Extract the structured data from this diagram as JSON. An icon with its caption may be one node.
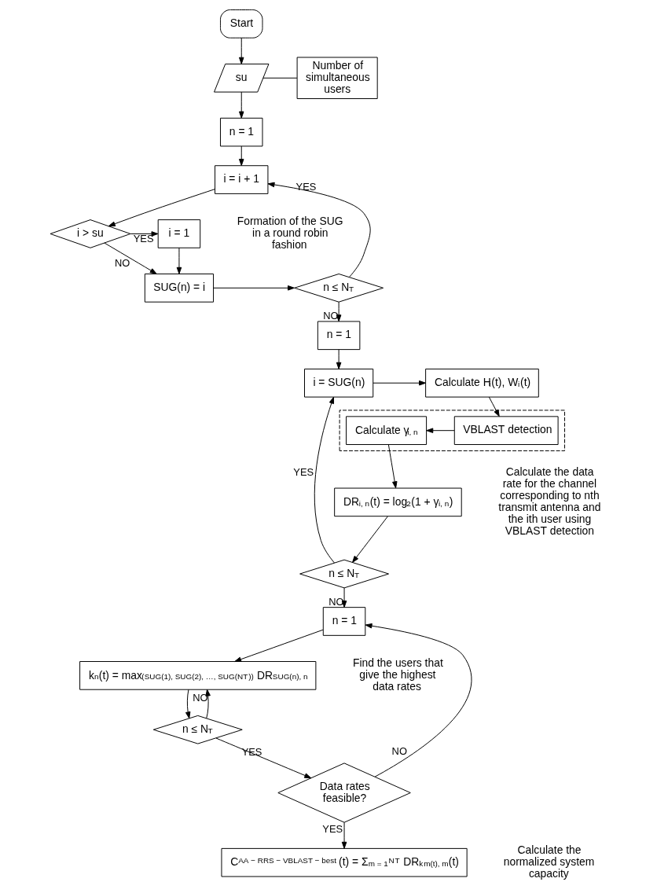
{
  "diagram": {
    "nodes": [
      {
        "text": [
          "Start"
        ]
      },
      {
        "text": [
          "su"
        ]
      },
      {
        "text": [
          "Number of simultaneous users"
        ]
      },
      {
        "text": [
          "n = 1"
        ]
      },
      {
        "text": [
          "i = i + 1"
        ]
      },
      {
        "text": [
          "i > su"
        ]
      },
      {
        "text": [
          "i = 1"
        ]
      },
      {
        "text": [
          "SUG(n) = i"
        ]
      },
      {
        "text": [
          "n ≤ N$_{T}$"
        ]
      },
      {
        "text": [
          "n = 1"
        ]
      },
      {
        "text": [
          "i = SUG(n)"
        ]
      },
      {
        "text": [
          "Calculate H$_{i}$(t), W$_{i}$(t)"
        ]
      },
      {
        "text": [],
        "shape": "box"
      },
      {
        "text": [
          "Calculate γ$_{i, n}$"
        ],
        "in": 12
      },
      {
        "text": [
          "VBLAST detection"
        ],
        "in": 12
      },
      {
        "text": [
          "DR$_{i, n}$(t) = log$_{2}$(1 + γ$_{i, n}$)"
        ]
      },
      {
        "text": [
          "n ≤ N$_{T}$"
        ]
      },
      {
        "text": [
          "n = 1"
        ]
      },
      {
        "text": [
          "k$_{n}$(t) = max$_{(SUG(1), SUG(2), …, SUG(N}$$_{T}$$_{))}$ DR$_{SUG(n), n}$"
        ]
      },
      {
        "text": [
          "n ≤ N$_{T}$"
        ]
      },
      {
        "text": [
          "Data rates feasible?"
        ]
      },
      {
        "text": [
          "C$^{AA − RRS − VBLAST − best}$(t) = Σ$_{m = 1}$$^{N}$$^{T}$ DR$_{k}$$_{m(t), m}$(t)"
        ]
      }
    ],
    "edges": [
      {
        "from": 0,
        "to": 1,
        "arrow": "to"
      },
      {
        "from": 1,
        "to": 2,
        "arrow": "none"
      },
      {
        "from": 1,
        "to": 3,
        "arrow": "to"
      },
      {
        "from": 3,
        "to": 4,
        "arrow": "to"
      },
      {
        "from": 4,
        "to": 5,
        "arrow": "to"
      },
      {
        "from": 5,
        "to": 6,
        "arrow": "to",
        "label": "YES"
      },
      {
        "from": 5,
        "to": 7,
        "arrow": "to",
        "label": "NO"
      },
      {
        "from": 6,
        "to": 7,
        "arrow": "to"
      },
      {
        "from": 7,
        "to": 8,
        "arrow": "to"
      },
      {
        "from": 8,
        "to": 4,
        "arrow": "to",
        "label": "YES"
      },
      {
        "from": 8,
        "to": 9,
        "arrow": "to",
        "label": "NO"
      },
      {
        "from": 9,
        "to": 10,
        "arrow": "to"
      },
      {
        "from": 10,
        "to": 11,
        "arrow": "to"
      },
      {
        "from": 11,
        "to": 14,
        "arrow": "to"
      },
      {
        "from": 14,
        "to": 13,
        "arrow": "to"
      },
      {
        "from": 13,
        "to": 15,
        "arrow": "to"
      },
      {
        "from": 15,
        "to": 16,
        "arrow": "to"
      },
      {
        "from": 16,
        "to": 10,
        "arrow": "to",
        "label": "YES"
      },
      {
        "from": 16,
        "to": 17,
        "arrow": "to",
        "label": "NO"
      },
      {
        "from": 17,
        "to": 18,
        "arrow": "to"
      },
      {
        "from": 18,
        "to": 19,
        "arrow": "to"
      },
      {
        "from": 19,
        "to": 18,
        "arrow": "to",
        "label": "NO"
      },
      {
        "from": 19,
        "to": 20,
        "arrow": "to",
        "label": "YES"
      },
      {
        "from": 20,
        "to": 17,
        "arrow": "to",
        "label": "NO"
      },
      {
        "from": 20,
        "to": 21,
        "arrow": "to",
        "label": "YES"
      }
    ],
    "labels": [
      "Formation of the SUG in a round robin fashion",
      "Calculate the data rate for the channel corresponding to nth transmit antenna and the ith user using VBLAST detection",
      "Find the users that give the highest data rates",
      "Calculate the normalized system capacity"
    ]
  }
}
